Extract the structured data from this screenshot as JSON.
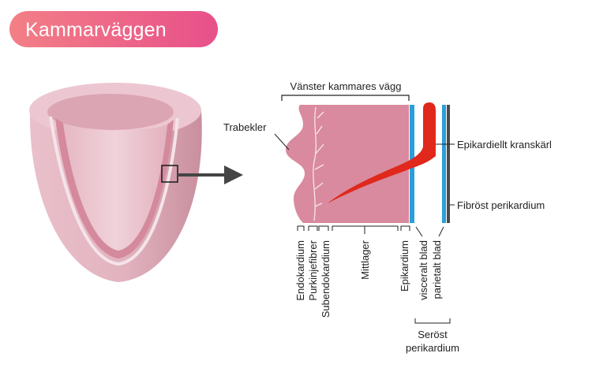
{
  "title": "Kammarväggen",
  "labels": {
    "wall": "Vänster kammares vägg",
    "trabeculae": "Trabekler",
    "coronary": "Epikardiellt kranskärl",
    "fibrous": "Fibröst perikardium",
    "endocardium": "Endokardium",
    "purkinje": "Purkinjefibrer",
    "subendocardium": "Subendokardium",
    "myocardium": "Mittlager",
    "epicardium": "Epikardium",
    "visceral": "visceralt blad",
    "parietal": "parietalt blad",
    "serous_line1": "Seröst",
    "serous_line2": "perikardium"
  },
  "colors": {
    "title_gradient_start": "#f37f86",
    "title_gradient_end": "#e8508a",
    "heart_outer": "#d9a3b1",
    "heart_inner": "#ecc9d3",
    "myocardium": "#d98a9e",
    "blood_vessel": "#e0281c",
    "epicardium_blue": "#2a9fd8",
    "fibrous_dark": "#4a4a4a",
    "arrow": "#454545"
  },
  "icons": {
    "arrow": "right-arrow-icon"
  }
}
